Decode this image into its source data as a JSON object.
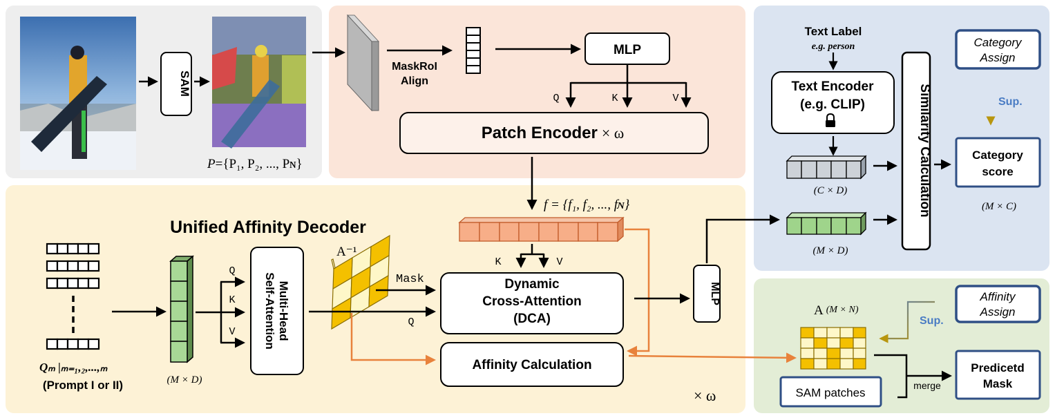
{
  "input": {
    "sam_label": "SAM",
    "patch_set_prefix": "P",
    "patch_set": "={P₁, P₂, ..., Pɴ}"
  },
  "encoder": {
    "maskroi_line1": "MaskRoI",
    "maskroi_line2": "Align",
    "mlp_label": "MLP",
    "q_label": "Q",
    "k_label": "K",
    "v_label": "V",
    "patch_encoder_label": "Patch Encoder",
    "patch_encoder_times": "× ω",
    "features": "f = {f₁, f₂, ..., fɴ}"
  },
  "decoder": {
    "title": "Unified Affinity Decoder",
    "query_label": "Qₘ |ₘ₌₁,₂,...,ₘ",
    "prompt_label": "(Prompt I or II)",
    "md_label": "(M × D)",
    "q_label": "Q",
    "k_label": "K",
    "v_label": "V",
    "mhsa_line1": "Multi-Head",
    "mhsa_line2": "Self-Attention",
    "a_inverse": "A⁻¹",
    "mask_label": "Mask",
    "dca_k": "K",
    "dca_v": "V",
    "dca_q": "Q",
    "dca_line1": "Dynamic",
    "dca_line2": "Cross-Attention",
    "dca_line3": "(DCA)",
    "affinity_calc": "Affinity Calculation",
    "mlp_label": "MLP",
    "times_omega": "× ω"
  },
  "classification": {
    "text_label": "Text Label",
    "eg_person": "e.g. person",
    "text_encoder_line1": "Text Encoder",
    "text_encoder_line2": "(e.g. CLIP)",
    "cd_label": "(C × D)",
    "md_label": "(M × D)",
    "similarity": "Similarity Calculation",
    "category_assign_line1": "Category",
    "category_assign_line2": "Assign",
    "sup_label": "Sup.",
    "category_score_line1": "Category",
    "category_score_line2": "score",
    "mc_label": "(M × C)"
  },
  "mask_branch": {
    "affinity_label": "A",
    "affinity_dims": "(M × N)",
    "affinity_assign_line1": "Affinity",
    "affinity_assign_line2": "Assign",
    "sup_label": "Sup.",
    "sam_patches": "SAM patches",
    "merge_label": "merge",
    "predicted_line1": "Predicetd",
    "predicted_line2": "Mask"
  },
  "colors": {
    "input_bg": "#eeeeee",
    "encoder_bg": "#fbe5d9",
    "decoder_bg": "#fdf2d6",
    "classification_bg": "#dbe4f1",
    "mask_bg": "#e3edd6",
    "blue_border": "#2f4f85",
    "orange_arrow": "#e8823c",
    "gold_arrow": "#b8960f",
    "sup_blue": "#4a7cc4",
    "feature_orange": "#f7ae88",
    "vector_green": "#9fd48b",
    "vector_gray": "#cdd2d8",
    "affinity_yellow": "#f4c000",
    "affinity_light": "#fef7c8"
  }
}
